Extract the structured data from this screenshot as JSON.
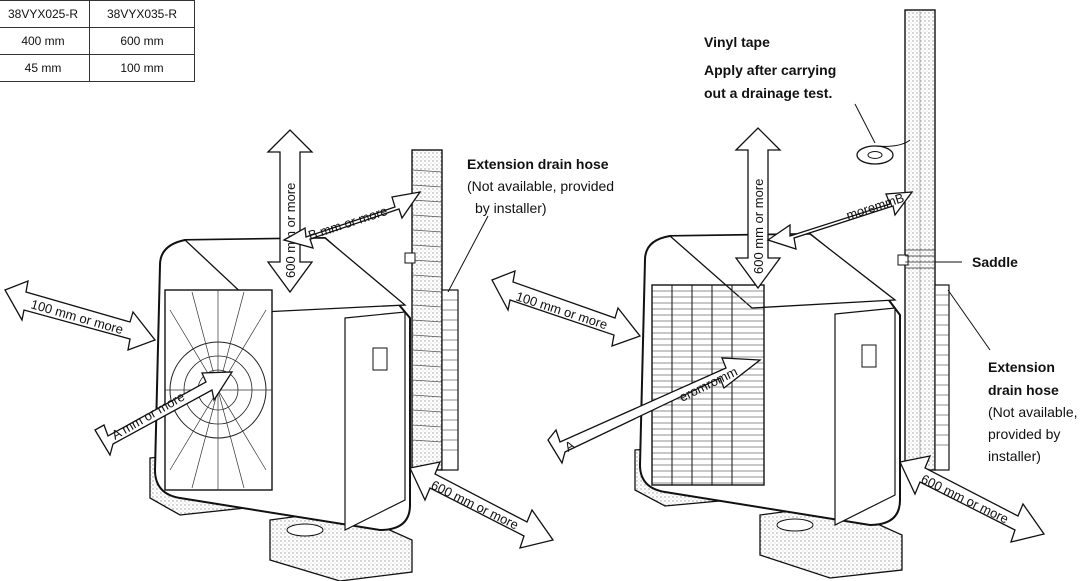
{
  "table": {
    "header": [
      "38VYX025-R",
      "38VYX035-R"
    ],
    "rows": [
      [
        "400 mm",
        "600 mm"
      ],
      [
        "45 mm",
        "100 mm"
      ]
    ]
  },
  "left_figure": {
    "arrow_top": "600 mm or more",
    "arrow_b": "B mm or more",
    "arrow_left": "100 mm or more",
    "arrow_a": "A mm or more",
    "arrow_bottom": "600 mm or more",
    "hose_title": "Extension drain hose",
    "hose_note_1": "(Not available, provided",
    "hose_note_2": "by installer)"
  },
  "right_figure": {
    "arrow_top": "600 mm or more",
    "arrow_b": "moremmB",
    "arrow_left": "100 mm or more",
    "arrow_a_word": "eromromm",
    "arrow_a_letter": "A",
    "arrow_bottom": "600 mm or more",
    "vinyl_title": "Vinyl tape",
    "vinyl_note_1": "Apply after carrying",
    "vinyl_note_2": "out a drainage test.",
    "saddle": "Saddle",
    "hose_title_1": "Extension",
    "hose_title_2": "drain hose",
    "hose_note_1": "(Not available,",
    "hose_note_2": "provided by",
    "hose_note_3": "installer)"
  },
  "colors": {
    "line": "#111111",
    "stipple": "#bbbbbb",
    "fill": "#ffffff"
  }
}
